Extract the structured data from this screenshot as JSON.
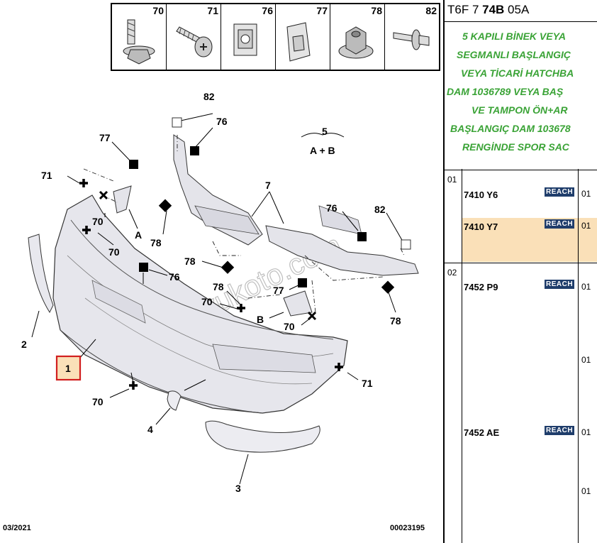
{
  "hardware": [
    {
      "num": "70",
      "icon": "bolt-flange-icon"
    },
    {
      "num": "71",
      "icon": "screw-icon"
    },
    {
      "num": "76",
      "icon": "clip-nut-icon"
    },
    {
      "num": "77",
      "icon": "bracket-clip-icon"
    },
    {
      "num": "78",
      "icon": "hex-nut-icon"
    },
    {
      "num": "82",
      "icon": "push-rivet-icon"
    }
  ],
  "callouts": {
    "c1": "1",
    "c2": "2",
    "c3": "3",
    "c4": "4",
    "c5": "5",
    "c5sub": "A + B",
    "c7": "7",
    "c70a": "70",
    "c70b": "70",
    "c70c": "70",
    "c70d": "70",
    "c70e": "70",
    "c71a": "71",
    "c71b": "71",
    "c76a": "76",
    "c76b": "76",
    "c76c": "76",
    "c77a": "77",
    "c77b": "77",
    "c78a": "78",
    "c78b": "78",
    "c78c": "78",
    "c78d": "78",
    "c82a": "82",
    "c82b": "82",
    "cA": "A",
    "cB": "B"
  },
  "watermark": "duyukoto.com",
  "footer": {
    "date": "03/2021",
    "doc_number": "00023195"
  },
  "panel": {
    "ref_prefix": "T6F 7 ",
    "ref_bold": "74B",
    "ref_suffix": " 05A",
    "description": [
      "5 KAPILI BİNEK VEYA",
      "SEGMANLI BAŞLANGIÇ",
      "VEYA TİCARİ HATCHBA",
      "DAM 1036789 VEYA BAŞ",
      "VE TAMPON ÖN+AR",
      "BAŞLANGIÇ DAM 103678",
      "RENGİNDE SPOR SAC"
    ],
    "groups": [
      {
        "num": "01",
        "rows": [
          {
            "code": "7410 Y6",
            "badge": "REACH",
            "sub": "01"
          },
          {
            "code": "7410 Y7",
            "badge": "REACH",
            "sub": "01"
          }
        ]
      },
      {
        "num": "02",
        "rows": [
          {
            "code": "7452 P9",
            "badge": "REACH",
            "sub": "01"
          },
          {
            "sub": "01"
          },
          {
            "code": "7452 AE",
            "badge": "REACH",
            "sub": "01"
          },
          {
            "sub": "01"
          }
        ]
      }
    ]
  }
}
